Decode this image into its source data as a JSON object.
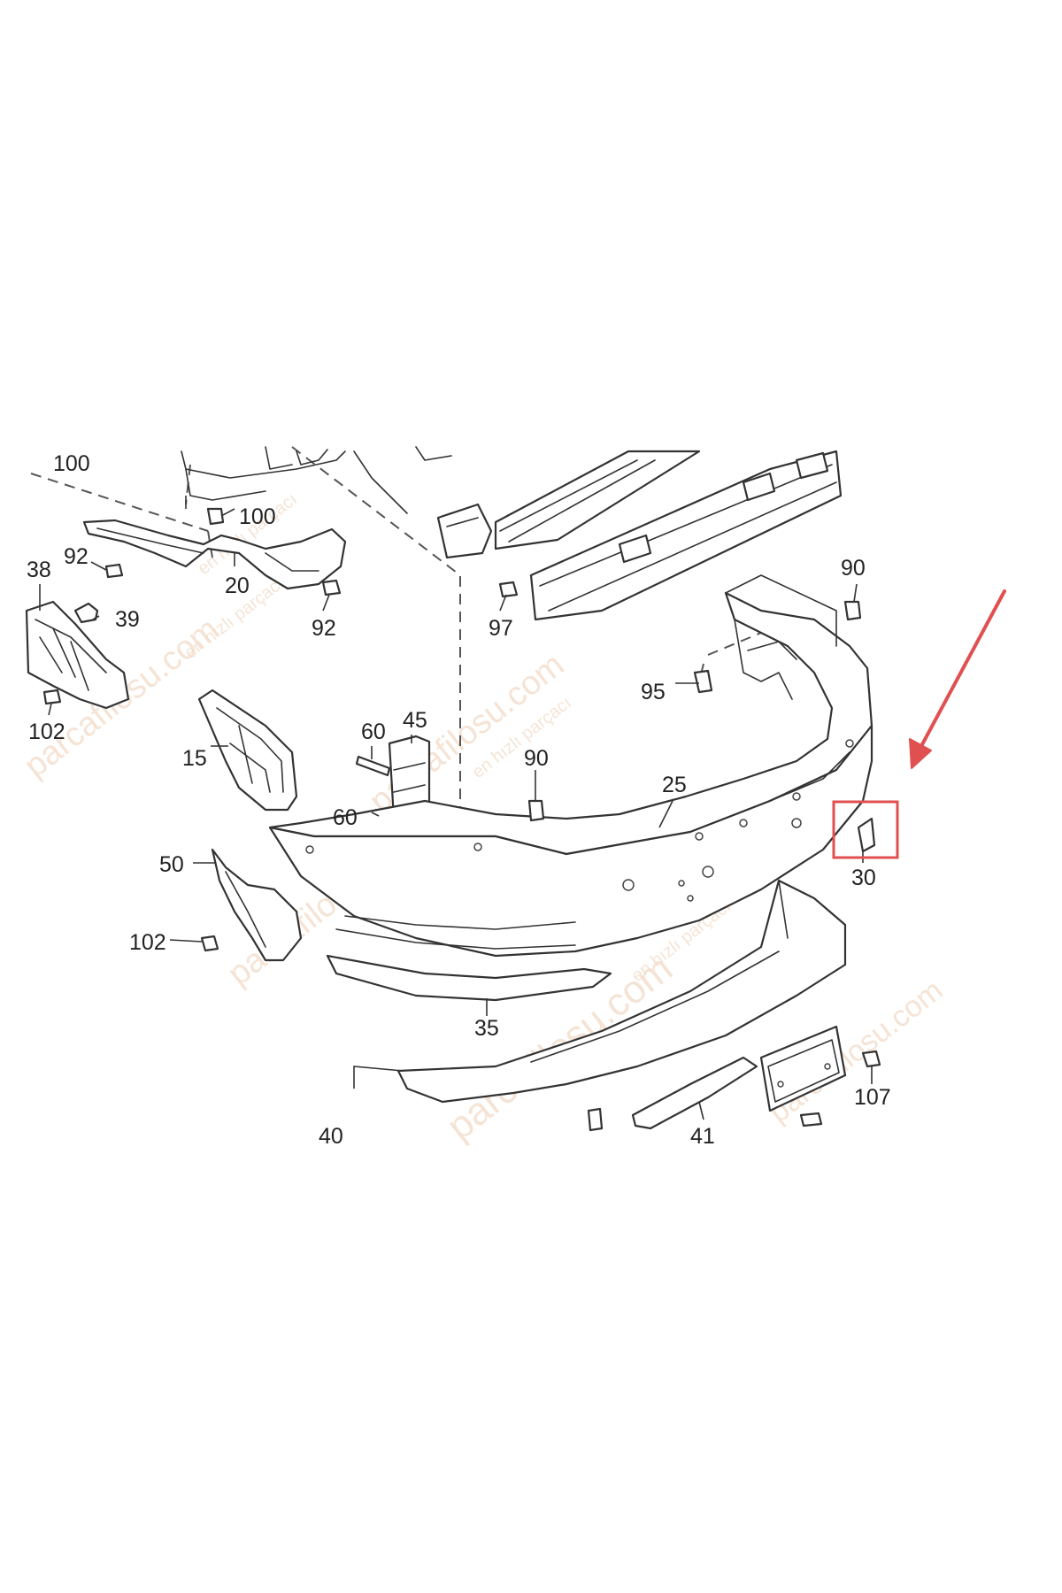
{
  "callouts": {
    "c100_top": "100",
    "c100": "100",
    "c92_left": "92",
    "c20": "20",
    "c92_right": "92",
    "c97": "97",
    "c38": "38",
    "c39": "39",
    "c102_top": "102",
    "c90_right": "90",
    "c95": "95",
    "c15": "15",
    "c60_top": "60",
    "c45": "45",
    "c90_mid": "90",
    "c25": "25",
    "c60_bottom": "60",
    "c30": "30",
    "c50": "50",
    "c102_bottom": "102",
    "c35": "35",
    "c107": "107",
    "c40": "40",
    "c41": "41"
  },
  "watermarks": {
    "wm1": "parcafilosu.com",
    "wm2": "en hızlı parçacı",
    "wm3": "parcafilosu.com",
    "wm4": "en hızlı parçacı",
    "wm5": "parcafilosu.com",
    "wm6": "en hızlı parçacı",
    "wm7": "parcafilosu.com",
    "wm8": "en hızlı parçacı",
    "wm9": "parcafilosu.com"
  },
  "highlight": {
    "box_color": "#e05050",
    "arrow_color": "#e05050",
    "highlighted_part": "30"
  }
}
